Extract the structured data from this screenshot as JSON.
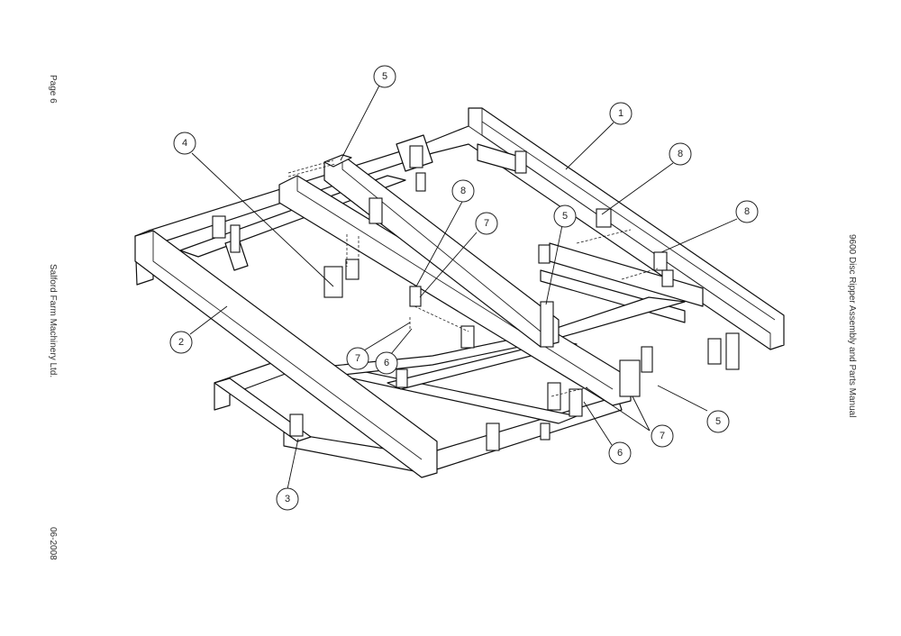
{
  "page": {
    "page_number": "Page 6",
    "company": "Salford Farm Machinery Ltd.",
    "date": "06-2008",
    "manual_title": "9600 Disc Ripper Assembly and Parts Manual"
  },
  "callouts": [
    {
      "label": "5"
    },
    {
      "label": "1"
    },
    {
      "label": "4"
    },
    {
      "label": "8"
    },
    {
      "label": "8"
    },
    {
      "label": "7"
    },
    {
      "label": "5"
    },
    {
      "label": "8"
    },
    {
      "label": "2"
    },
    {
      "label": "7"
    },
    {
      "label": "6"
    },
    {
      "label": "5"
    },
    {
      "label": "7"
    },
    {
      "label": "6"
    },
    {
      "label": "3"
    }
  ]
}
